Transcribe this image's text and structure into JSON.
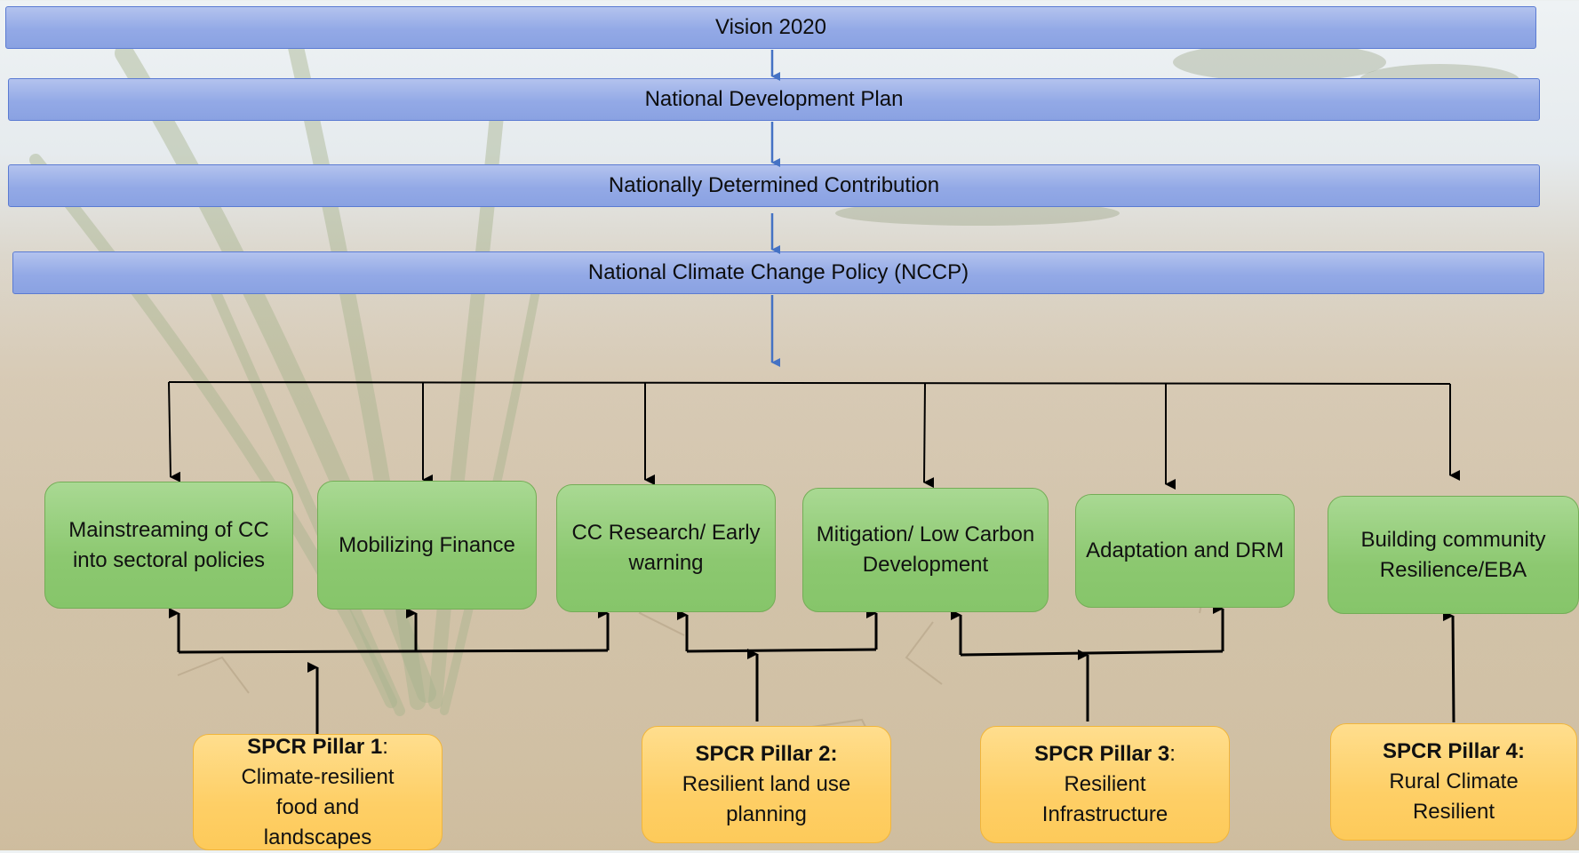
{
  "bands": {
    "vision": "Vision 2020",
    "ndp": "National Development Plan",
    "ndc": "Nationally Determined Contribution",
    "nccp": "National Climate Change Policy (NCCP)"
  },
  "themes": [
    "Mainstreaming of CC into sectoral policies",
    "Mobilizing Finance",
    "CC Research/ Early warning",
    "Mitigation/ Low Carbon Development",
    "Adaptation and DRM",
    "Building community Resilience/EBA"
  ],
  "pillars": [
    {
      "title": "SPCR Pillar 1",
      "suffix": ":",
      "body": "Climate-resilient food and landscapes"
    },
    {
      "title": "SPCR Pillar 2:",
      "suffix": "",
      "body": "Resilient land use planning"
    },
    {
      "title": "SPCR Pillar 3",
      "suffix": ":",
      "body": "Resilient Infrastructure"
    },
    {
      "title": "SPCR Pillar 4:",
      "suffix": "",
      "body": "Rural Climate Resilient"
    }
  ],
  "colors": {
    "band_fill": "#93a9e6",
    "band_arrow": "#4472c4",
    "theme_fill": "#8cc870",
    "pillar_fill": "#fecf66",
    "connector": "#000000"
  }
}
